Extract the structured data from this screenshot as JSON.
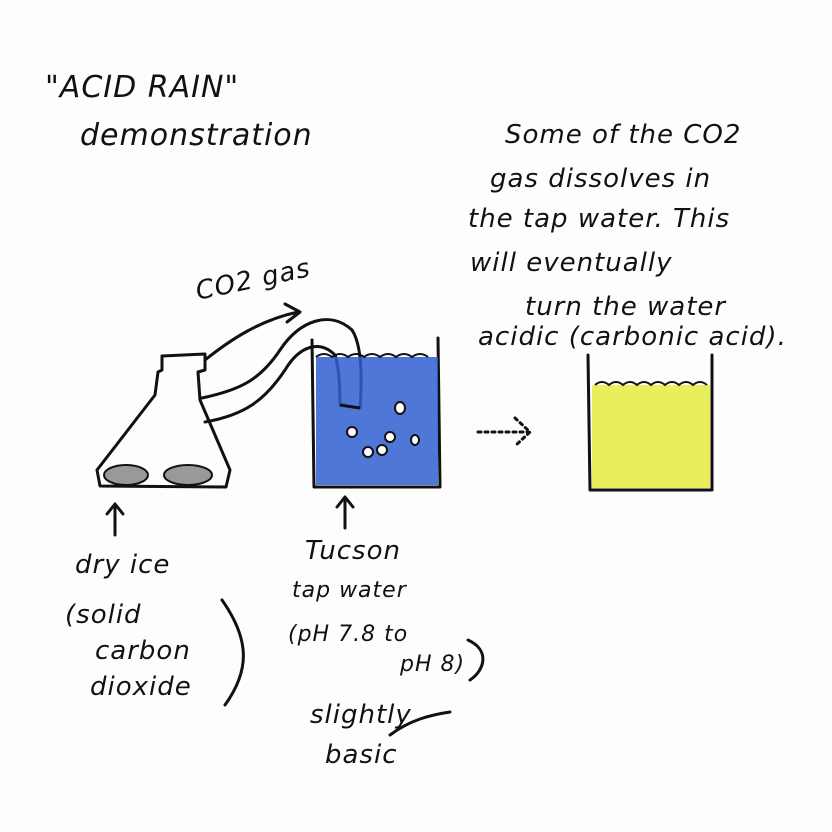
{
  "title": {
    "line1": "\"ACID RAIN\"",
    "line2": "demonstration"
  },
  "explanation": {
    "lines": [
      "Some of the CO2",
      "gas dissolves in",
      "the tap water. This",
      "will eventually",
      "turn the water",
      "acidic (carbonic acid)."
    ]
  },
  "labels": {
    "gas": "CO2 gas",
    "dry_ice": [
      "dry ice",
      "(solid",
      "carbon",
      "dioxide"
    ],
    "tap_water": [
      "Tucson",
      "tap water",
      "(pH 7.8 to",
      "pH 8)"
    ],
    "basic": [
      "slightly",
      "basic"
    ]
  },
  "colors": {
    "water": "#2f5fd0",
    "acid_water": "#e6ec4a",
    "ink": "#111111"
  }
}
